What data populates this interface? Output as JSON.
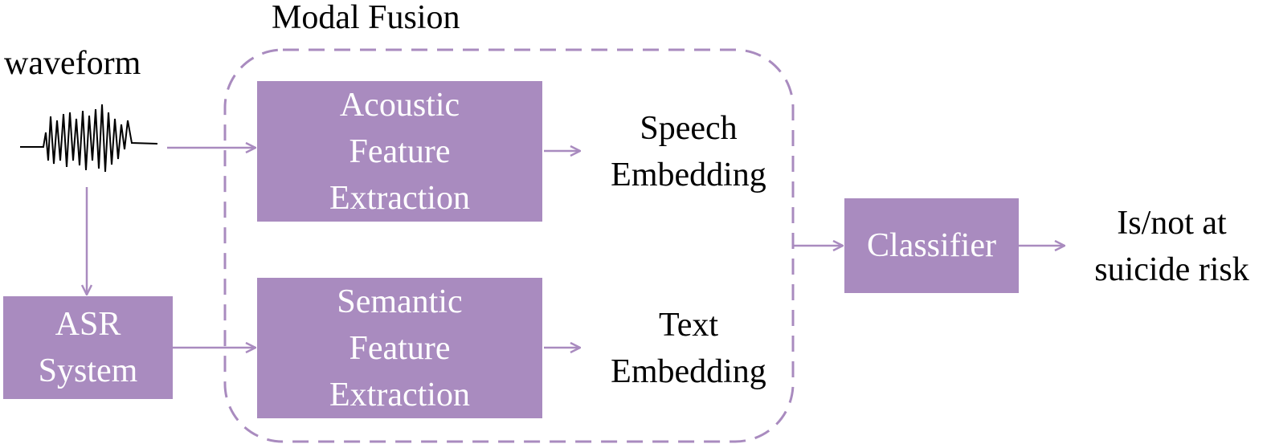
{
  "diagram": {
    "title": "Modal Fusion",
    "input_label": "waveform",
    "nodes": {
      "acoustic": {
        "lines": [
          "Acoustic",
          "Feature",
          "Extraction"
        ]
      },
      "semantic": {
        "lines": [
          "Semantic",
          "Feature",
          "Extraction"
        ]
      },
      "asr": {
        "lines": [
          "ASR",
          "System"
        ]
      },
      "classifier": {
        "lines": [
          "Classifier"
        ]
      }
    },
    "outputs": {
      "speech": {
        "lines": [
          "Speech",
          "Embedding"
        ]
      },
      "text": {
        "lines": [
          "Text",
          "Embedding"
        ]
      },
      "result": {
        "lines": [
          "Is/not at",
          "suicide risk"
        ]
      }
    },
    "edges": [
      {
        "from": "waveform",
        "to": "acoustic"
      },
      {
        "from": "waveform",
        "to": "asr"
      },
      {
        "from": "asr",
        "to": "semantic"
      },
      {
        "from": "acoustic",
        "to": "speech"
      },
      {
        "from": "semantic",
        "to": "text"
      },
      {
        "from": "modal-fusion",
        "to": "classifier"
      },
      {
        "from": "classifier",
        "to": "result"
      }
    ]
  },
  "colors": {
    "box_fill": "#a98bbf",
    "line": "#a98bbf",
    "box_text": "#ffffff",
    "text": "#000000"
  }
}
